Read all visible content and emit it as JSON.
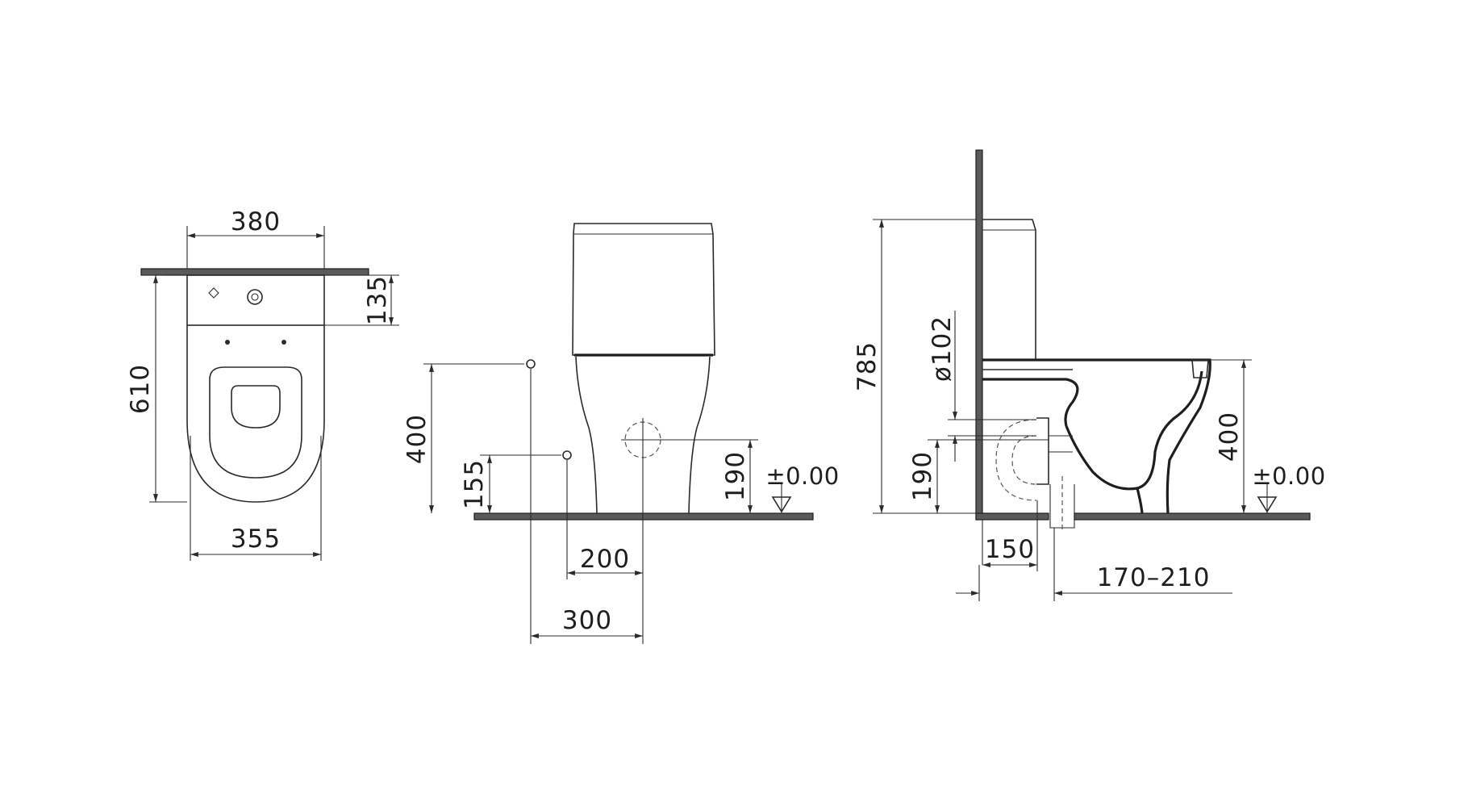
{
  "top_view": {
    "width_top": "380",
    "depth_tank": "135",
    "length": "610",
    "width_bowl": "355"
  },
  "front_view": {
    "supply_height": "400",
    "supply_low_height": "155",
    "outlet_height": "190",
    "floor_level": "±0.00",
    "offset_200": "200",
    "offset_300": "300"
  },
  "side_view": {
    "total_height": "785",
    "pipe_diameter": "ø102",
    "outlet_height": "190",
    "seat_height": "400",
    "floor_level": "±0.00",
    "wall_offset": "150",
    "outlet_range": "170–210"
  }
}
